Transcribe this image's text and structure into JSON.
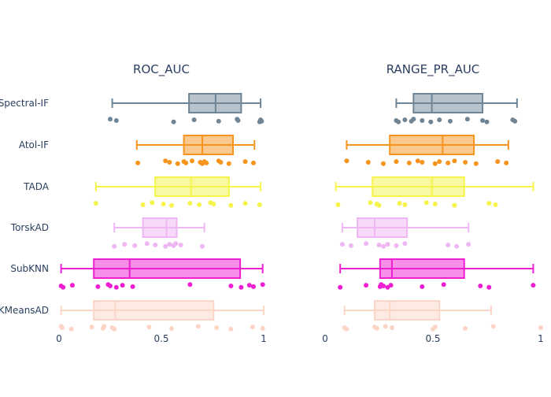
{
  "chart_data": {
    "type": "box",
    "categories": [
      "Spectral-IF",
      "Atol-IF",
      "TADA",
      "TorskAD",
      "SubKNN",
      "KMeansAD"
    ],
    "colors": [
      "#6f8596",
      "#f7941d",
      "#f4f44a",
      "#efb6f4",
      "#ee1fd2",
      "#fcd5c6"
    ],
    "x_ticks": [
      0,
      0.5,
      1
    ],
    "x_tick_labels": [
      "0",
      "0.5",
      "1"
    ],
    "xlim": [
      0,
      1
    ],
    "panels": [
      {
        "title": "ROC_AUC",
        "series": [
          {
            "name": "Spectral-IF",
            "min": 0.26,
            "q1": 0.635,
            "median": 0.765,
            "q3": 0.89,
            "max": 0.985,
            "points": [
              0.25,
              0.28,
              0.56,
              0.66,
              0.78,
              0.87,
              0.875,
              0.98,
              0.985,
              0.99
            ]
          },
          {
            "name": "Atol-IF",
            "min": 0.38,
            "q1": 0.61,
            "median": 0.7,
            "q3": 0.85,
            "max": 0.955,
            "points": [
              0.385,
              0.52,
              0.54,
              0.58,
              0.61,
              0.62,
              0.65,
              0.69,
              0.7,
              0.71,
              0.72,
              0.78,
              0.79,
              0.83,
              0.91,
              0.95
            ]
          },
          {
            "name": "TADA",
            "min": 0.18,
            "q1": 0.47,
            "median": 0.645,
            "q3": 0.83,
            "max": 0.985,
            "points": [
              0.18,
              0.41,
              0.455,
              0.51,
              0.55,
              0.64,
              0.685,
              0.74,
              0.755,
              0.84,
              0.91,
              0.98
            ]
          },
          {
            "name": "TorskAD",
            "min": 0.27,
            "q1": 0.41,
            "median": 0.525,
            "q3": 0.575,
            "max": 0.71,
            "points": [
              0.27,
              0.32,
              0.37,
              0.43,
              0.47,
              0.52,
              0.54,
              0.56,
              0.57,
              0.595,
              0.7
            ]
          },
          {
            "name": "SubKNN",
            "min": 0.01,
            "q1": 0.17,
            "median": 0.345,
            "q3": 0.885,
            "max": 0.995,
            "points": [
              0.01,
              0.02,
              0.065,
              0.19,
              0.24,
              0.25,
              0.28,
              0.31,
              0.36,
              0.64,
              0.84,
              0.89,
              0.93,
              0.95,
              0.995
            ]
          },
          {
            "name": "KMeansAD",
            "min": 0.01,
            "q1": 0.17,
            "median": 0.275,
            "q3": 0.755,
            "max": 1.0,
            "points": [
              0.01,
              0.015,
              0.06,
              0.16,
              0.215,
              0.22,
              0.26,
              0.27,
              0.44,
              0.55,
              0.68,
              0.77,
              0.84,
              0.945,
              0.995
            ]
          }
        ]
      },
      {
        "title": "RANGE_PR_AUC",
        "series": [
          {
            "name": "Spectral-IF",
            "min": 0.33,
            "q1": 0.41,
            "median": 0.495,
            "q3": 0.73,
            "max": 0.89,
            "points": [
              0.33,
              0.34,
              0.37,
              0.4,
              0.41,
              0.45,
              0.49,
              0.53,
              0.58,
              0.66,
              0.73,
              0.75,
              0.87,
              0.88
            ]
          },
          {
            "name": "Atol-IF",
            "min": 0.1,
            "q1": 0.3,
            "median": 0.545,
            "q3": 0.69,
            "max": 0.85,
            "points": [
              0.1,
              0.2,
              0.27,
              0.33,
              0.39,
              0.43,
              0.45,
              0.51,
              0.53,
              0.57,
              0.6,
              0.65,
              0.7,
              0.8,
              0.84
            ]
          },
          {
            "name": "TADA",
            "min": 0.05,
            "q1": 0.22,
            "median": 0.495,
            "q3": 0.645,
            "max": 0.965,
            "points": [
              0.06,
              0.21,
              0.24,
              0.25,
              0.345,
              0.37,
              0.47,
              0.51,
              0.6,
              0.76,
              0.79
            ]
          },
          {
            "name": "TorskAD",
            "min": 0.08,
            "q1": 0.15,
            "median": 0.23,
            "q3": 0.38,
            "max": 0.665,
            "points": [
              0.08,
              0.12,
              0.19,
              0.25,
              0.27,
              0.29,
              0.33,
              0.37,
              0.57,
              0.61,
              0.665
            ]
          },
          {
            "name": "SubKNN",
            "min": 0.07,
            "q1": 0.255,
            "median": 0.31,
            "q3": 0.645,
            "max": 0.965,
            "points": [
              0.07,
              0.19,
              0.255,
              0.26,
              0.27,
              0.29,
              0.305,
              0.45,
              0.55,
              0.72,
              0.76,
              0.965
            ]
          },
          {
            "name": "KMeansAD",
            "min": 0.09,
            "q1": 0.23,
            "median": 0.3,
            "q3": 0.53,
            "max": 0.77,
            "points": [
              0.09,
              0.1,
              0.23,
              0.24,
              0.28,
              0.31,
              0.5,
              0.51,
              0.65,
              0.78,
              1.0
            ]
          }
        ]
      }
    ]
  }
}
